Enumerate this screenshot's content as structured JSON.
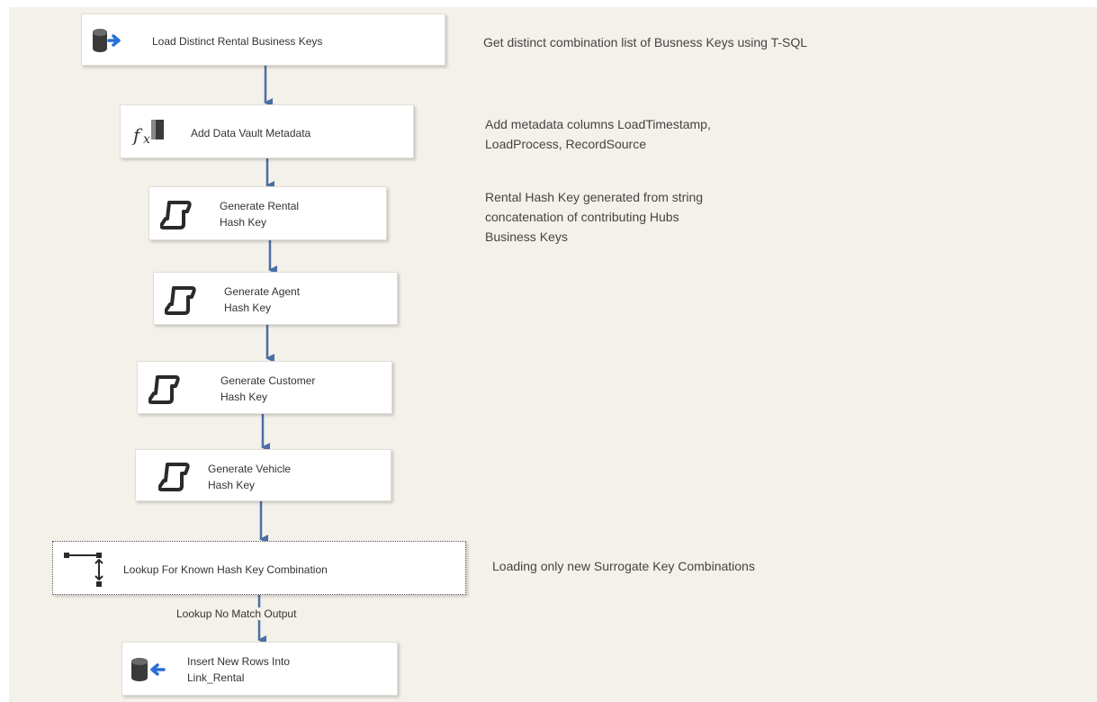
{
  "tasks": {
    "t1": {
      "label": "Load Distinct Rental Business Keys",
      "icon": "ole-db-source-icon"
    },
    "t2": {
      "label": "Add Data Vault Metadata",
      "icon": "derived-column-icon"
    },
    "t3": {
      "label": "Generate Rental\nHash Key",
      "icon": "script-component-icon"
    },
    "t4": {
      "label": "Generate Agent\nHash Key",
      "icon": "script-component-icon"
    },
    "t5": {
      "label": "Generate Customer\nHash Key",
      "icon": "script-component-icon"
    },
    "t6": {
      "label": "Generate Vehicle\nHash Key",
      "icon": "script-component-icon"
    },
    "t7": {
      "label": "Lookup For Known Hash Key Combination",
      "icon": "lookup-icon"
    },
    "t8": {
      "label": "Insert New Rows Into\nLink_Rental",
      "icon": "ole-db-destination-icon"
    }
  },
  "notes": {
    "n1": "Get distinct combination list of Busness Keys using T-SQL",
    "n2": "Add metadata columns LoadTimestamp,\nLoadProcess, RecordSource",
    "n3": "Rental Hash Key generated from string\nconcatenation of contributing Hubs\nBusiness Keys",
    "n4": "Loading only new Surrogate Key Combinations"
  },
  "paths": {
    "lookup_output": "Lookup No Match Output"
  },
  "colors": {
    "canvas": "#f4f1ea",
    "connector": "#4a6fa5"
  }
}
